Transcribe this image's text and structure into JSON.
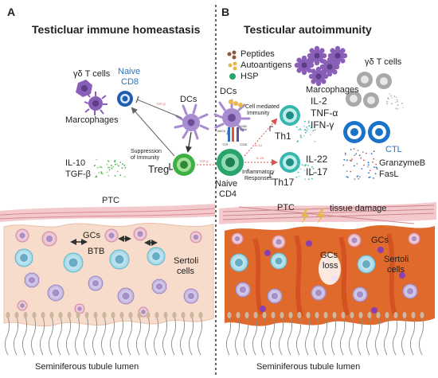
{
  "panel_a": {
    "letter": "A",
    "title": "Testicluar immune homeastasis",
    "cells": {
      "gamma_delta": "γδ T cells",
      "macrophages": "Marcophages",
      "naive_cd8_line1": "Naive",
      "naive_cd8_line2": "CD8",
      "dcs": "DCs",
      "treg": "Treg",
      "suppression_line1": "Suppression",
      "suppression_line2": "of Immunity",
      "il10": "IL-10",
      "tgfb": "TGF-β"
    },
    "tissue": {
      "ptc": "PTC",
      "gcs": "GCs",
      "btb": "BTB",
      "sertoli_line1": "Sertoli",
      "sertoli_line2": "cells",
      "lumen": "Seminiferous tubule lumen"
    }
  },
  "panel_b": {
    "letter": "B",
    "title": "Testicular autoimmunity",
    "legend": [
      "Peptides",
      "Autoantigens",
      "HSP"
    ],
    "cells": {
      "dcs": "DCs",
      "cell_mediated_line1": "Cell mediated",
      "cell_mediated_line2": "Immunity",
      "th1": "Th1",
      "th17": "Th17",
      "naive_cd4_line1": "Naive",
      "naive_cd4_line2": "CD4",
      "inflammatory_line1": "Inflammatory",
      "inflammatory_line2": "Responses",
      "gamma_delta": "γδ T cells",
      "macrophages": "Marcophages",
      "ctl": "CTL",
      "cytokines_th1": [
        "IL-2",
        "TNF-α",
        "IFN-γ"
      ],
      "cytokines_th17": [
        "IL-22",
        "IL-17"
      ],
      "ctl_effectors": [
        "GranzymeB",
        "FasL"
      ]
    },
    "tissue": {
      "ptc": "PTC",
      "damage": "tissue damage",
      "gcs": "GCs",
      "gcs_loss_line1": "GCs",
      "gcs_loss_line2": "loss",
      "sertoli_line1": "Sertoli",
      "sertoli_line2": "cells",
      "lumen": "Seminiferous tubule lumen"
    }
  },
  "colors": {
    "naive_cd8": "#1f5fb0",
    "treg": "#3cb043",
    "naive_cd4": "#2aa36c",
    "th_cells": "#38b7b0",
    "ctl": "#1a73c9",
    "macrophage": "#8a5fb8",
    "dc": "#a98bd0",
    "gamma_delta": "#a9a9a9",
    "sertoli_healthy": "#f7dccb",
    "sertoli_inflamed": "#e0541c",
    "inhibit": "#d9534f"
  }
}
